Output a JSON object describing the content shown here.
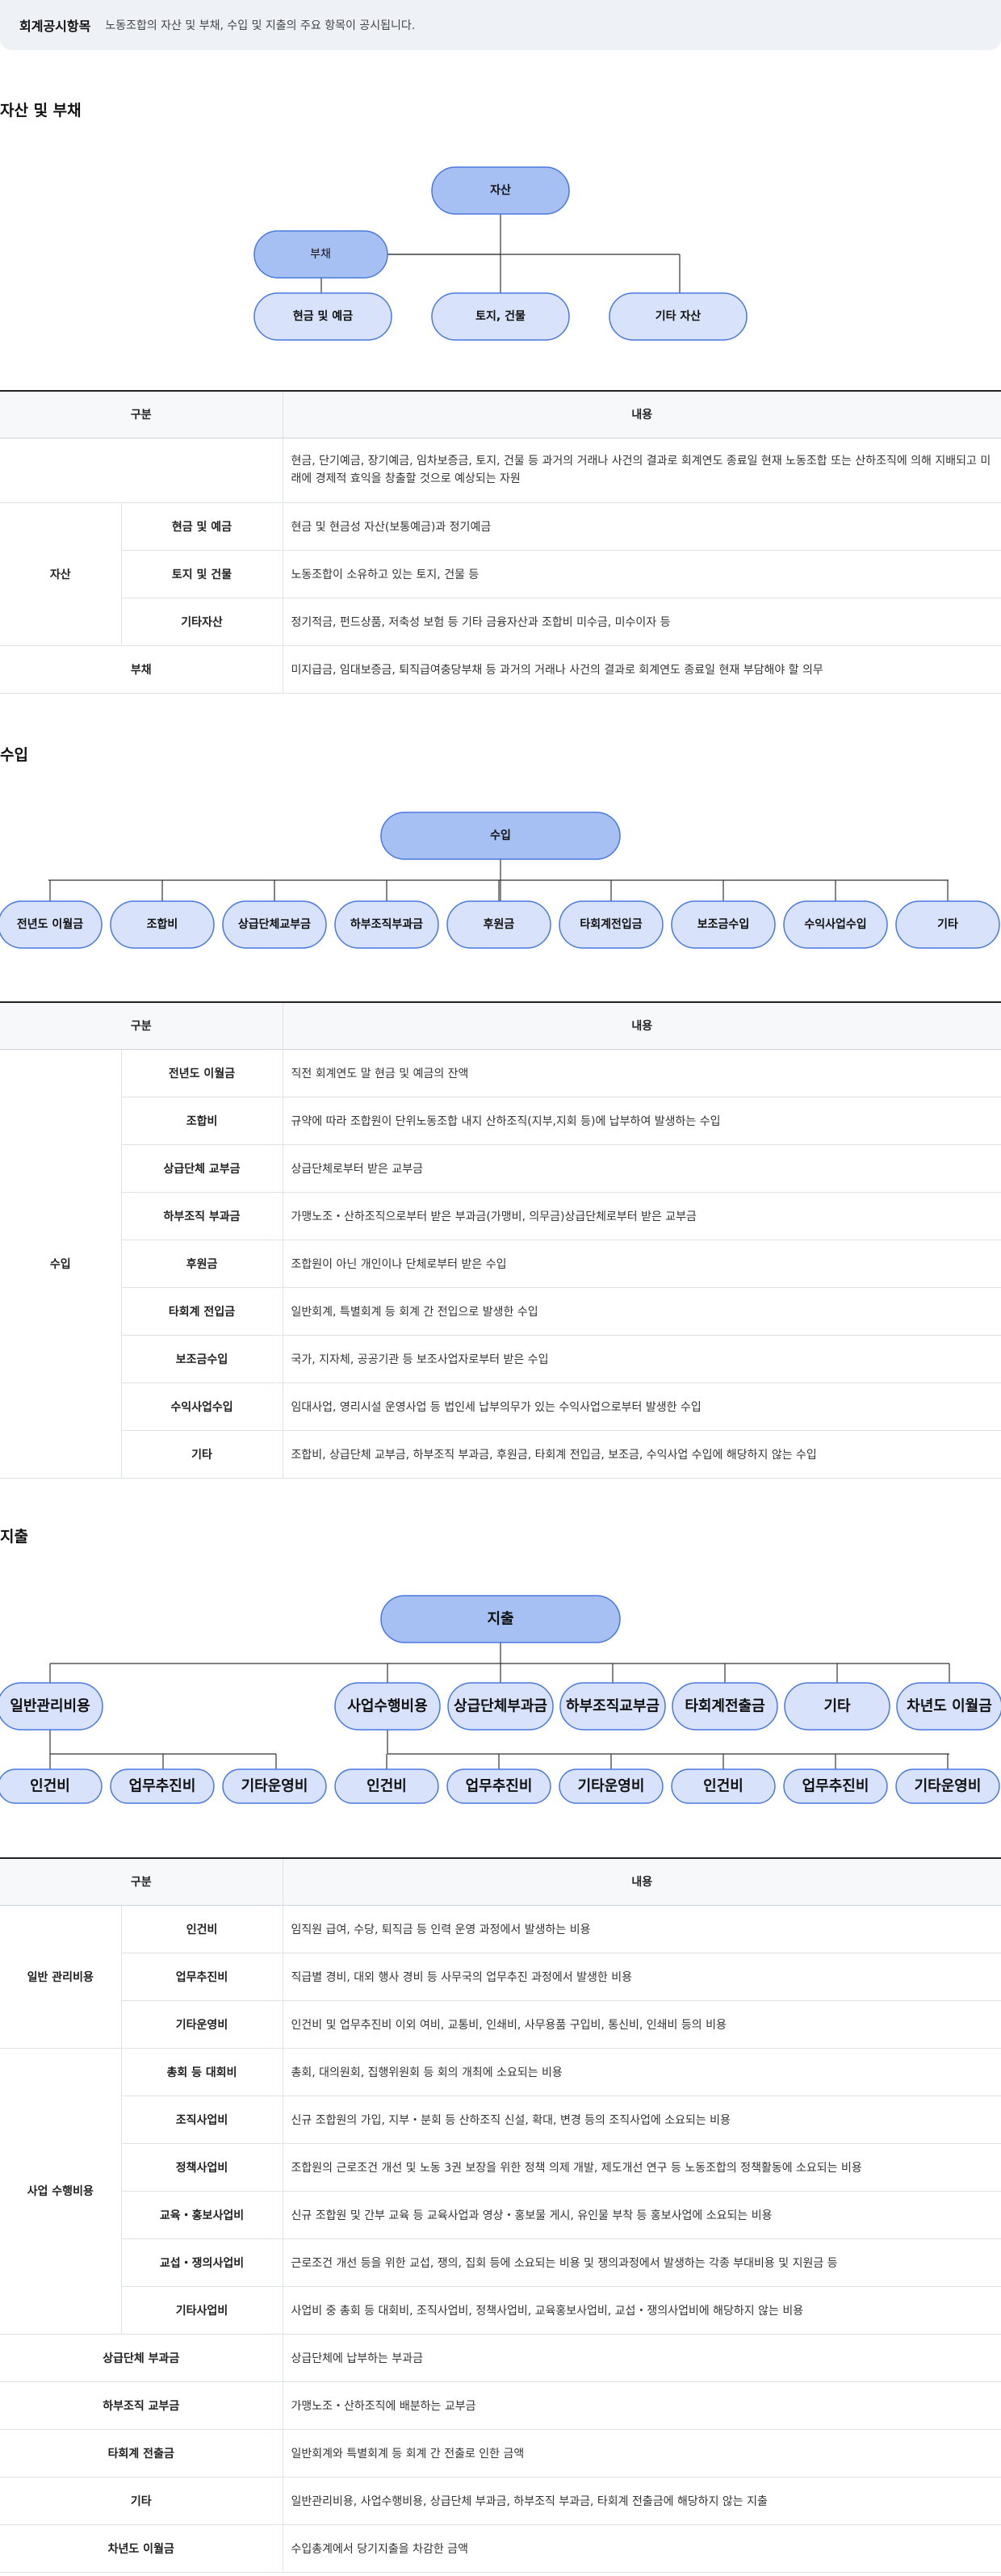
{
  "notice": {
    "title": "회계공시항목",
    "desc": "노동조합의 자산 및 부채, 수입 및 지출의 주요 항목이 공시됩니다."
  },
  "assets": {
    "heading": "자산 및 부채",
    "diagram": {
      "root": "자산",
      "side": "부채",
      "children": [
        "현금 및 예금",
        "토지, 건물",
        "기타 자산"
      ]
    },
    "table": {
      "headers": [
        "구분",
        "내용"
      ],
      "intro": "현금, 단기예금, 장기예금, 임차보증금, 토지, 건물 등 과거의 거래나 사건의 결과로 회계연도 종료일 현재 노동조합 또는 산하조직에 의해 지배되고 미래에 경제적 효익을 창출할 것으로 예상되는 자원",
      "group": "자산",
      "rows": [
        {
          "label": "현금 및 예금",
          "desc": "현금 및 현금성 자산(보통예금)과 정기예금"
        },
        {
          "label": "토지 및 건물",
          "desc": "노동조합이 소유하고 있는 토지, 건물 등"
        },
        {
          "label": "기타자산",
          "desc": "정기적금, 펀드상품, 저축성 보험 등 기타 금융자산과 조합비 미수금, 미수이자 등"
        }
      ],
      "liability": {
        "label": "부채",
        "desc": "미지급금, 임대보증금, 퇴직급여충당부채 등 과거의 거래나 사건의 결과로 회계연도 종료일 현재 부담해야 할 의무"
      }
    }
  },
  "income": {
    "heading": "수입",
    "diagram": {
      "root": "수입",
      "children": [
        "전년도 이월금",
        "조합비",
        "상급단체교부금",
        "하부조직부과금",
        "후원금",
        "타회계전입금",
        "보조금수입",
        "수익사업수입",
        "기타"
      ]
    },
    "table": {
      "headers": [
        "구분",
        "내용"
      ],
      "group": "수입",
      "rows": [
        {
          "label": "전년도 이월금",
          "desc": "직전 회계연도 말 현금 및 예금의 잔액"
        },
        {
          "label": "조합비",
          "desc": "규약에 따라 조합원이 단위노동조합 내지 산하조직(지부,지회 등)에 납부하여 발생하는 수입"
        },
        {
          "label": "상급단체 교부금",
          "desc": "상급단체로부터 받은 교부금"
        },
        {
          "label": "하부조직 부과금",
          "desc": "가맹노조・산하조직으로부터 받은 부과금(가맹비, 의무금)상급단체로부터 받은 교부금"
        },
        {
          "label": "후원금",
          "desc": "조합원이 아닌 개인이나 단체로부터 받은 수입"
        },
        {
          "label": "타회계 전입금",
          "desc": "일반회계, 특별회계 등 회계 간 전입으로 발생한 수입"
        },
        {
          "label": "보조금수입",
          "desc": "국가, 지자체, 공공기관 등 보조사업자로부터 받은 수입"
        },
        {
          "label": "수익사업수입",
          "desc": "임대사업, 영리시설 운영사업 등 법인세 납부의무가 있는 수익사업으로부터 발생한 수입"
        },
        {
          "label": "기타",
          "desc": "조합비, 상급단체 교부금, 하부조직 부과금, 후원금, 타회계 전입금, 보조금, 수익사업 수입에 해당하지 않는 수입"
        }
      ]
    }
  },
  "expense": {
    "heading": "지출",
    "diagram": {
      "root": "지출",
      "level1": [
        "일반관리비용",
        "사업수행비용",
        "상급단체부과금",
        "하부조직교부금",
        "타회계전출금",
        "기타",
        "차년도 이월금"
      ],
      "level2": [
        "인건비",
        "업무추진비",
        "기타운영비",
        "인건비",
        "업무추진비",
        "기타운영비",
        "인건비",
        "업무추진비",
        "기타운영비"
      ]
    },
    "table": {
      "headers": [
        "구분",
        "내용"
      ],
      "group1": "일반 관리비용",
      "rows1": [
        {
          "label": "인건비",
          "desc": "임직원 급여, 수당, 퇴직금 등 인력 운영 과정에서 발생하는 비용"
        },
        {
          "label": "업무추진비",
          "desc": "직급별 경비, 대외 행사 경비 등 사무국의 업무추진 과정에서 발생한 비용"
        },
        {
          "label": "기타운영비",
          "desc": "인건비 및 업무추진비 이외 여비, 교통비, 인쇄비, 사무용품 구입비, 통신비, 인쇄비 등의 비용"
        }
      ],
      "group2": "사업 수행비용",
      "rows2": [
        {
          "label": "총회 등 대회비",
          "desc": "총회, 대의원회, 집행위원회 등 회의 개최에 소요되는 비용"
        },
        {
          "label": "조직사업비",
          "desc": "신규 조합원의 가입, 지부・분회 등 산하조직 신설, 확대, 변경 등의 조직사업에 소요되는 비용"
        },
        {
          "label": "정책사업비",
          "desc": "조합원의 근로조건 개선 및 노동 3권 보장을 위한 정책 의제 개발, 제도개선 연구 등 노동조합의 정책활동에 소요되는 비용"
        },
        {
          "label": "교육・홍보사업비",
          "desc": "신규 조합원 및 간부 교육 등 교육사업과 영상・홍보물 게시, 유인물 부착 등 홍보사업에 소요되는 비용"
        },
        {
          "label": "교섭・쟁의사업비",
          "desc": "근로조건 개선 등을 위한 교섭, 쟁의, 집회 등에 소요되는 비용 및 쟁의과정에서 발생하는 각종 부대비용 및 지원금 등"
        },
        {
          "label": "기타사업비",
          "desc": "사업비 중 총회 등 대회비, 조직사업비, 정책사업비, 교육홍보사업비, 교섭・쟁의사업비에 해당하지 않는 비용"
        }
      ],
      "rows3": [
        {
          "label": "상급단체 부과금",
          "desc": "상급단체에 납부하는 부과금"
        },
        {
          "label": "하부조직 교부금",
          "desc": "가맹노조・산하조직에 배분하는 교부금"
        },
        {
          "label": "타회계 전출금",
          "desc": "일반회계와 특별회계 등 회계 간 전출로 인한 금액"
        },
        {
          "label": "기타",
          "desc": "일반관리비용, 사업수행비용, 상급단체 부과금, 하부조직 부과금, 타회계 전출금에 해당하지 않는 지출"
        },
        {
          "label": "차년도 이월금",
          "desc": "수입총계에서 당기지출을 차감한 금액"
        }
      ]
    }
  }
}
